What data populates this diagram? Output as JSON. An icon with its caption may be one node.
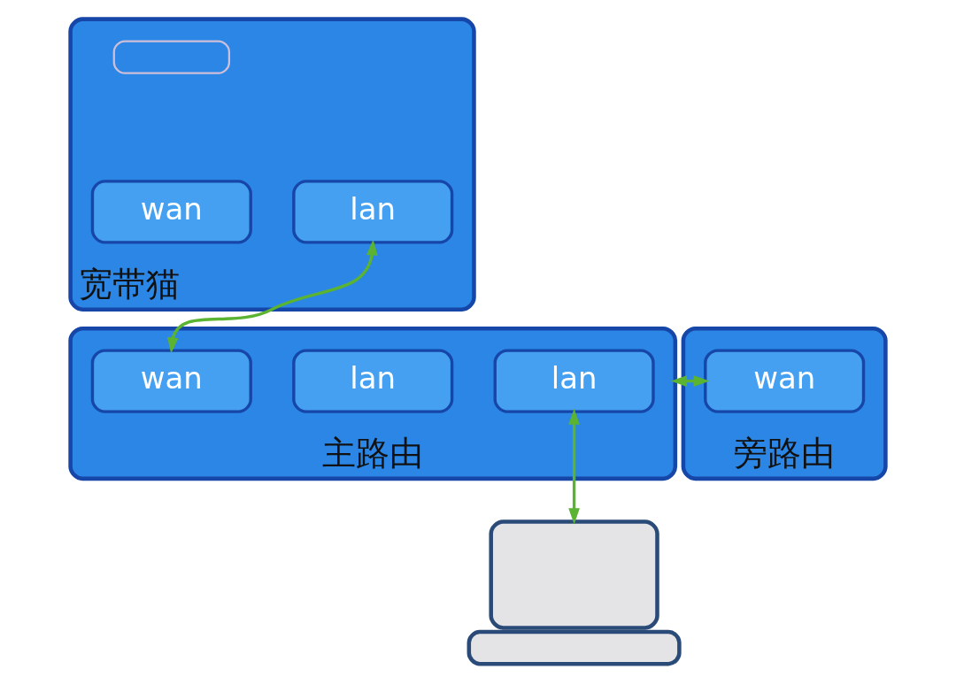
{
  "diagram": {
    "nodes": [
      {
        "text": [
          "宽带猫"
        ]
      },
      {
        "text": [],
        "shape": "box",
        "in": 0
      },
      {
        "text": [
          "wan"
        ],
        "in": 0
      },
      {
        "text": [
          "lan"
        ],
        "in": 0
      },
      {
        "text": [
          "主路由"
        ]
      },
      {
        "text": [
          "wan"
        ],
        "in": 4
      },
      {
        "text": [
          "lan"
        ],
        "in": 4
      },
      {
        "text": [
          "lan"
        ],
        "in": 4
      },
      {
        "text": [
          "旁路由"
        ]
      },
      {
        "text": [
          "wan"
        ],
        "in": 8
      },
      {
        "text": [],
        "shape": "laptop"
      }
    ],
    "edges": [
      {
        "from": 3,
        "to": 5,
        "arrow": "both"
      },
      {
        "from": 4,
        "to": 9,
        "arrow": "both"
      },
      {
        "from": 7,
        "to": 10,
        "arrow": "both"
      }
    ]
  }
}
